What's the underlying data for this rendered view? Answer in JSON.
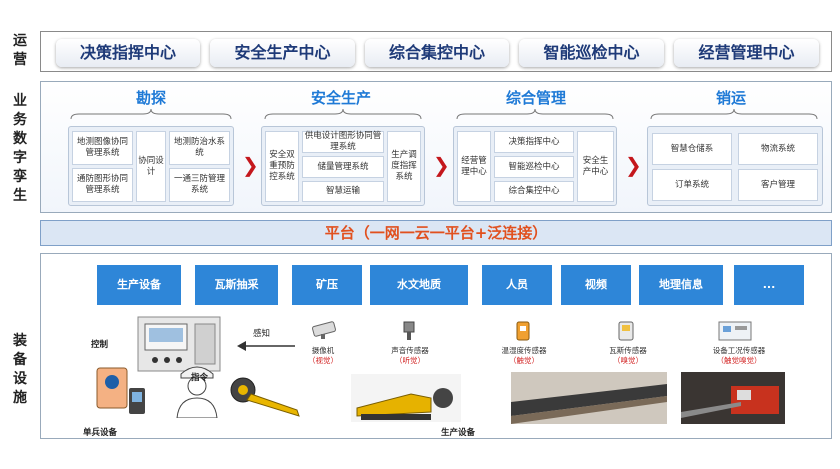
{
  "side_labels": {
    "ops": [
      "运",
      "营"
    ],
    "digital_twin": [
      "业",
      "务",
      "数",
      "字",
      "孪",
      "生"
    ],
    "equipment": [
      "装",
      "备",
      "设",
      "施"
    ]
  },
  "ops_centers": [
    "决策指挥中心",
    "安全生产中心",
    "综合集控中心",
    "智能巡检中心",
    "经营管理中心"
  ],
  "groups": {
    "kancai": {
      "title": "勘探",
      "cells": [
        "地测图像协同管理系统",
        "协同设计",
        "地测防治水系统",
        "通防图形协同管理系统",
        "一通三防管理系统"
      ]
    },
    "anquan": {
      "title": "安全生产",
      "cells": [
        "安全双重预防控系统",
        "供电设计图形协同管理系统",
        "生产调度指挥系统",
        "储量管理系统",
        "智慧运输"
      ]
    },
    "zonghe": {
      "title": "综合管理",
      "cells": [
        "经营管理中心",
        "决策指挥中心",
        "安全生产中心",
        "智能巡检中心",
        "综合集控中心"
      ]
    },
    "xiaoyun": {
      "title": "销运",
      "cells": [
        "智慧仓储系",
        "物流系统",
        "订单系统",
        "客户管理"
      ]
    }
  },
  "arrow_glyph": "❯",
  "platform": "平台（一网一云一平台+泛连接）",
  "categories": [
    "生产设备",
    "瓦斯抽采",
    "矿压",
    "水文地质",
    "人员",
    "视频",
    "地理信息",
    "..."
  ],
  "equipment": {
    "control": "控制",
    "sense": "感知",
    "command": "指令",
    "single_soldier": "单兵设备",
    "production": "生产设备",
    "sensors": [
      {
        "name": "摄像机",
        "sense": "（视觉）"
      },
      {
        "name": "声音传感器",
        "sense": "（听觉）"
      },
      {
        "name": "温湿度传感器",
        "sense": "（触觉）"
      },
      {
        "name": "瓦斯传感器",
        "sense": "（嗅觉）"
      },
      {
        "name": "设备工况传感器",
        "sense": "（触觉嗅觉）"
      }
    ]
  },
  "colors": {
    "accent_blue": "#2e86d8",
    "title_blue": "#1f7ad6",
    "arrow_red": "#c4171c",
    "platform_text": "#e1501e",
    "ops_text": "#1e3a78"
  }
}
